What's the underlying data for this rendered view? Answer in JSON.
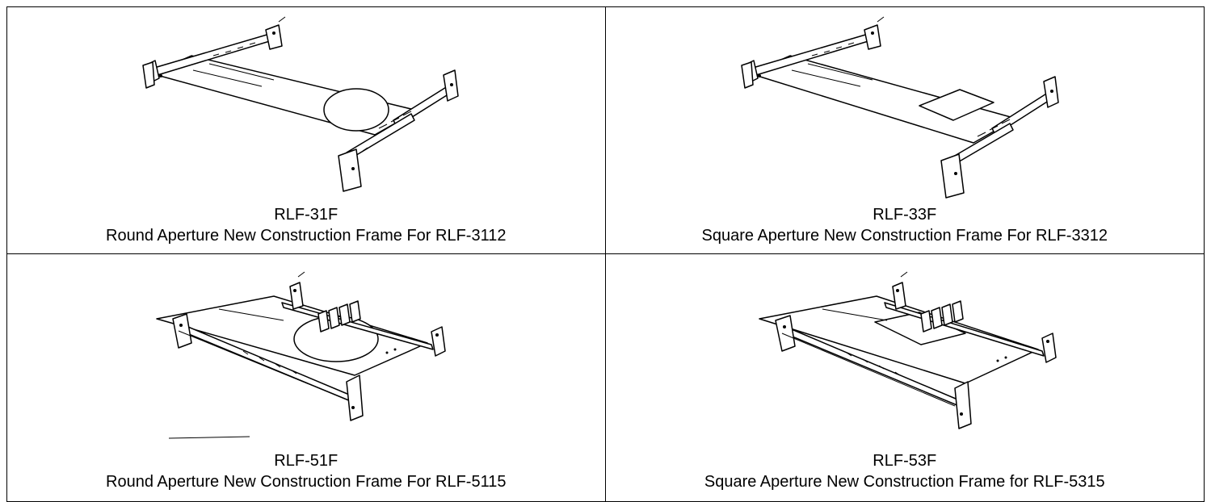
{
  "products": [
    {
      "model": "RLF-31F",
      "description": "Round Aperture New Construction Frame For RLF-3112",
      "aperture": "round",
      "size": "small"
    },
    {
      "model": "RLF-33F",
      "description": "Square Aperture New Construction Frame For RLF-3312",
      "aperture": "square",
      "size": "small"
    },
    {
      "model": "RLF-51F",
      "description": "Round Aperture New Construction Frame For RLF-5115",
      "aperture": "round",
      "size": "large"
    },
    {
      "model": "RLF-53F",
      "description": "Square Aperture New Construction Frame for RLF-5315",
      "aperture": "square",
      "size": "large"
    }
  ]
}
